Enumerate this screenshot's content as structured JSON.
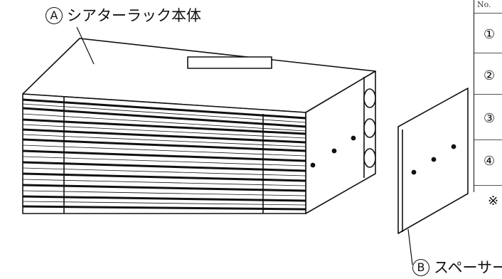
{
  "labels": {
    "main_marker": "A",
    "main_name": "シアターラック本体",
    "spacer_marker": "B",
    "spacer_name": "スペーサー"
  },
  "table": {
    "header": "No.",
    "rows": [
      "①",
      "②",
      "③",
      "④"
    ]
  },
  "note": "※"
}
